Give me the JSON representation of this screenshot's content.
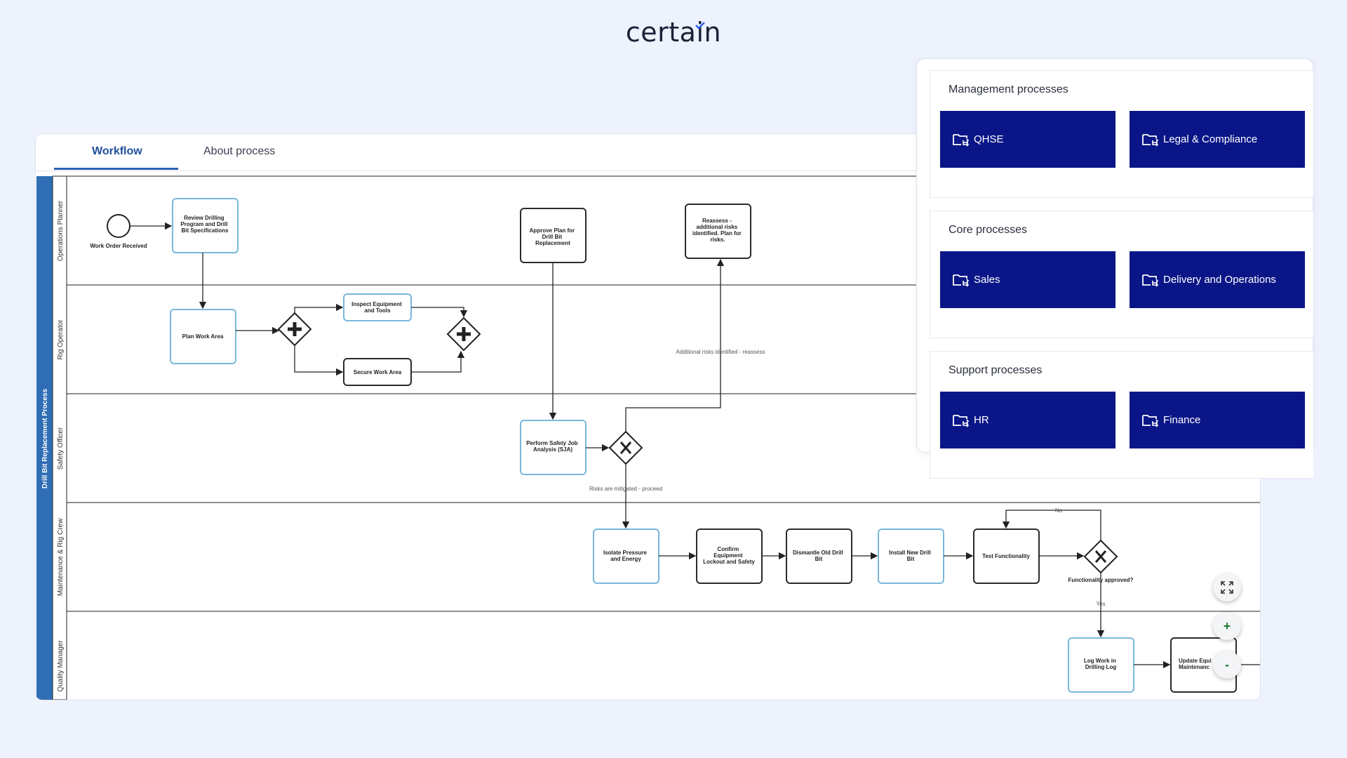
{
  "brand": {
    "name": "certain"
  },
  "tabs": [
    {
      "label": "Workflow",
      "active": true
    },
    {
      "label": "About process",
      "active": false
    }
  ],
  "pool": {
    "title": "Drill Bit Replacement Process"
  },
  "lanes": [
    {
      "label": "Operations Planner"
    },
    {
      "label": "Rig Operator"
    },
    {
      "label": "Safety Officer"
    },
    {
      "label": "Maintenance & Rig Crew"
    },
    {
      "label": "Quality Manager"
    }
  ],
  "events": {
    "start": "Work Order Received"
  },
  "tasks": {
    "review": [
      "Review Drilling",
      "Program and Drill",
      "Bit Specifications"
    ],
    "approve": [
      "Approve Plan for",
      "Drill Bit",
      "Replacement"
    ],
    "reassess": [
      "Reassess -",
      "additional risks",
      "identified. Plan for",
      "risks."
    ],
    "plan": [
      "Plan Work Area"
    ],
    "inspect": [
      "Inspect Equipment",
      "and Tools"
    ],
    "secure": [
      "Secure Work Area"
    ],
    "sja": [
      "Perform Safety Job",
      "Analysis (SJA)"
    ],
    "isolate": [
      "Isolate Pressure",
      "and Energy"
    ],
    "confirm": [
      "Confirm",
      "Equipment",
      "Lockout and Safety"
    ],
    "dismantle": [
      "Dismantle Old Drill",
      "Bit"
    ],
    "install": [
      "Install New Drill",
      "Bit"
    ],
    "test": [
      "Test Functionality"
    ],
    "log": [
      "Log Work in",
      "Drilling Log"
    ],
    "update": [
      "Update Equi",
      "Maintenanc"
    ]
  },
  "flow_labels": {
    "reassess_flow": "Additional risks identified - reassess",
    "proceed_flow": "Risks are mitigated - proceed",
    "gateway_question": "Functionality approved?",
    "no": "No",
    "yes": "Yes"
  },
  "controls": {
    "expand_icon": "expand-icon",
    "zoom_in": "+",
    "zoom_out": "-"
  },
  "panel": {
    "sections": [
      {
        "title": "Management processes",
        "items": [
          "QHSE",
          "Legal & Compliance"
        ]
      },
      {
        "title": "Core processes",
        "items": [
          "Sales",
          "Delivery and Operations"
        ]
      },
      {
        "title": "Support processes",
        "items": [
          "HR",
          "Finance"
        ]
      }
    ]
  },
  "colors": {
    "background": "#eef2fd",
    "process_button": "#0a1687",
    "pool_band": "#2f6db5",
    "task_border_light": "#79b8dc",
    "task_border_dark": "#2b2b2b",
    "active_tab": "#1f4f9e",
    "zoom_icon": "#1e7a2f"
  }
}
